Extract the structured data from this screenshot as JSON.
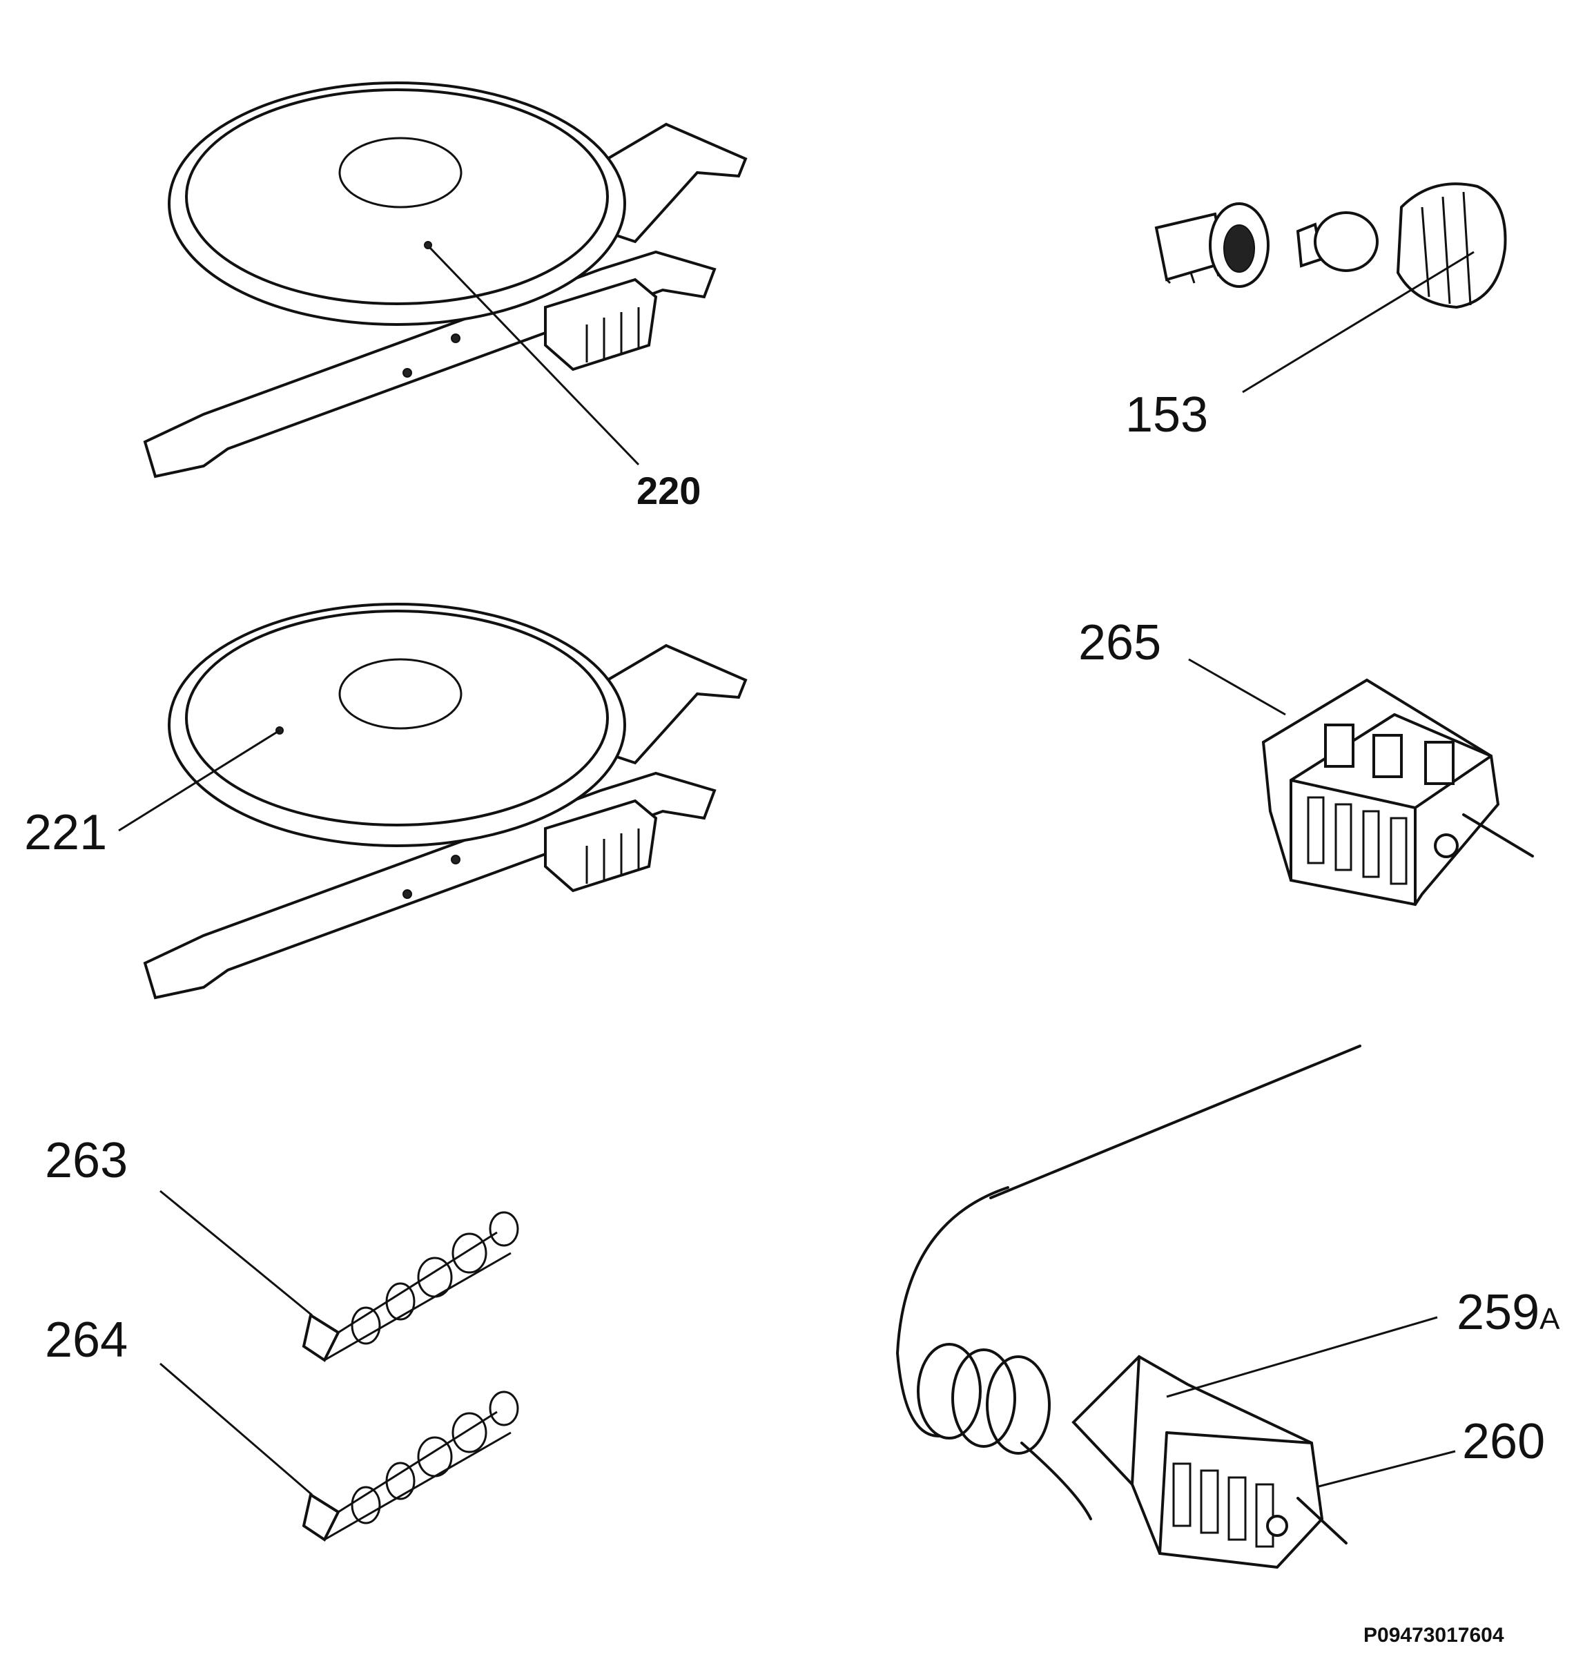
{
  "labels": {
    "p220": "220",
    "p221": "221",
    "p153": "153",
    "p265": "265",
    "p263": "263",
    "p264": "264",
    "p259": "259",
    "p259_suffix": "A",
    "p260": "260"
  },
  "footer": {
    "drawing_code": "P09473017604"
  }
}
